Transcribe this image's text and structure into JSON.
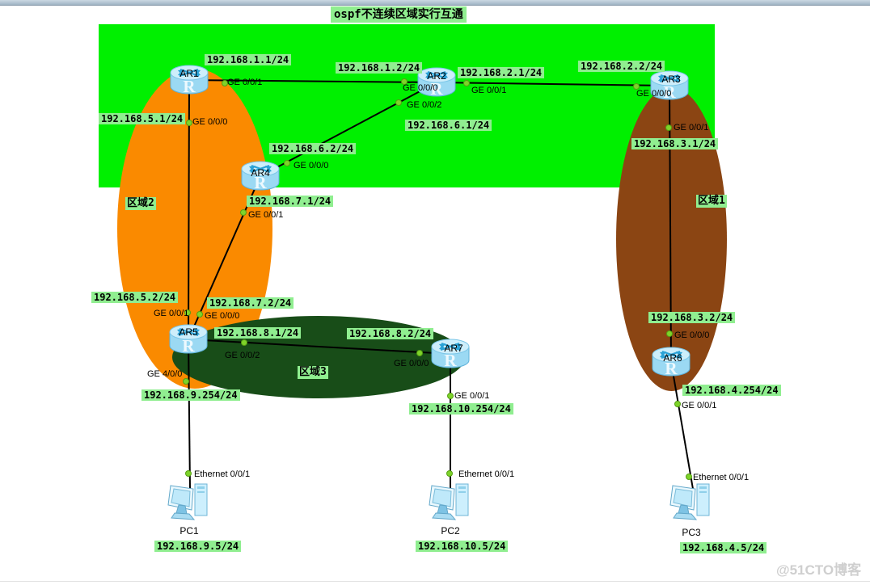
{
  "title": "ospf不连续区域实行互通",
  "watermark": "@51CTO博客",
  "area_labels": {
    "area1": "区域1",
    "area2": "区域2",
    "area3": "区域3"
  },
  "routers": [
    "AR1",
    "AR2",
    "AR3",
    "AR4",
    "AR5",
    "AR6",
    "AR7"
  ],
  "pcs": [
    "PC1",
    "PC2",
    "PC3"
  ],
  "ips": [
    "192.168.1.1/24",
    "192.168.1.2/24",
    "192.168.2.1/24",
    "192.168.2.2/24",
    "192.168.6.1/24",
    "192.168.6.2/24",
    "192.168.5.1/24",
    "192.168.7.1/24",
    "192.168.5.2/24",
    "192.168.7.2/24",
    "192.168.8.1/24",
    "192.168.8.2/24",
    "192.168.9.254/24",
    "192.168.10.254/24",
    "192.168.3.1/24",
    "192.168.3.2/24",
    "192.168.4.254/24",
    "192.168.9.5/24",
    "192.168.10.5/24",
    "192.168.4.5/24"
  ],
  "ifs": [
    "GE 0/0/1",
    "GE 0/0/0",
    "GE 0/0/0",
    "GE 0/0/1",
    "GE 0/0/2",
    "GE 0/0/0",
    "GE 0/0/1",
    "GE 0/0/0",
    "GE 0/0/1",
    "GE 0/0/1",
    "GE 0/0/0",
    "GE 0/0/2",
    "GE 4/0/0",
    "GE 0/0/0",
    "GE 0/0/1",
    "GE 0/0/0",
    "GE 0/0/1",
    "Ethernet 0/0/1",
    "Ethernet 0/0/1",
    "Ethernet 0/0/1"
  ],
  "colors": {
    "area0_backbone": "#00f000",
    "area1_brown": "#8b4513",
    "area2_orange": "#fa8a00",
    "area3_darkgreen": "#184d18",
    "label_highlight": "#90ee90",
    "link_line": "#000000",
    "port_dot": "#7ed32a"
  }
}
